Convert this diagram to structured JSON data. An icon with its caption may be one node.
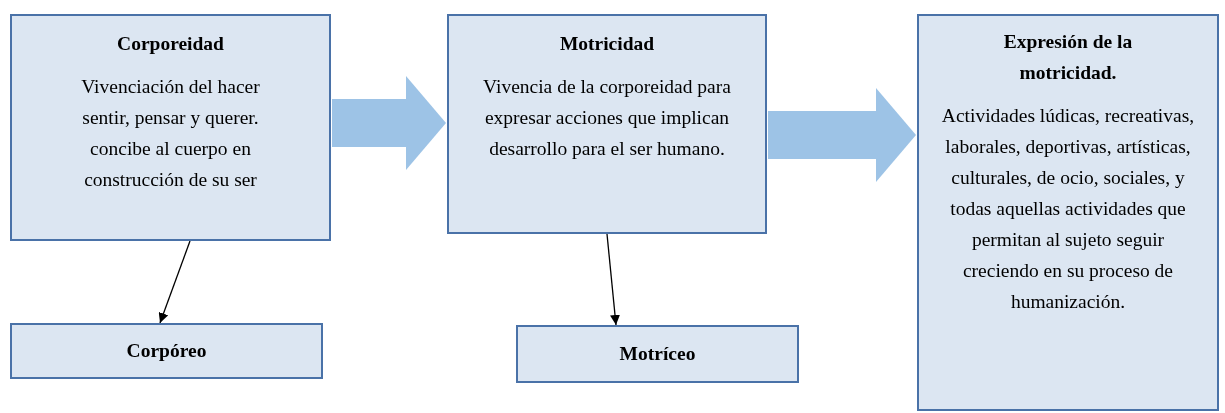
{
  "diagram": {
    "nodes": [
      {
        "text": [
          "Corporeidad",
          "Vivenciación del hacer sentir, pensar y querer. concibe al cuerpo en construcción de su ser"
        ]
      },
      {
        "text": [
          "Motricidad",
          "Vivencia de la corporeidad para expresar acciones que implican desarrollo para el ser humano."
        ]
      },
      {
        "text": [
          "Expresión de la motricidad.",
          "Actividades lúdicas, recreativas, laborales, deportivas, artísticas, culturales, de ocio, sociales, y todas aquellas actividades que permitan al sujeto seguir creciendo en su proceso de humanización."
        ]
      },
      {
        "text": [
          "Corpóreo"
        ]
      },
      {
        "text": [
          "Motríceo"
        ]
      }
    ],
    "edges": [
      {
        "from": 0,
        "to": 1,
        "arrow": "to",
        "style": "thick",
        "color": "#9dc3e6"
      },
      {
        "from": 1,
        "to": 2,
        "arrow": "to",
        "style": "thick",
        "color": "#9dc3e6"
      },
      {
        "from": 0,
        "to": 3,
        "arrow": "to",
        "color": "#000000"
      },
      {
        "from": 1,
        "to": 4,
        "arrow": "to",
        "color": "#000000"
      }
    ]
  }
}
